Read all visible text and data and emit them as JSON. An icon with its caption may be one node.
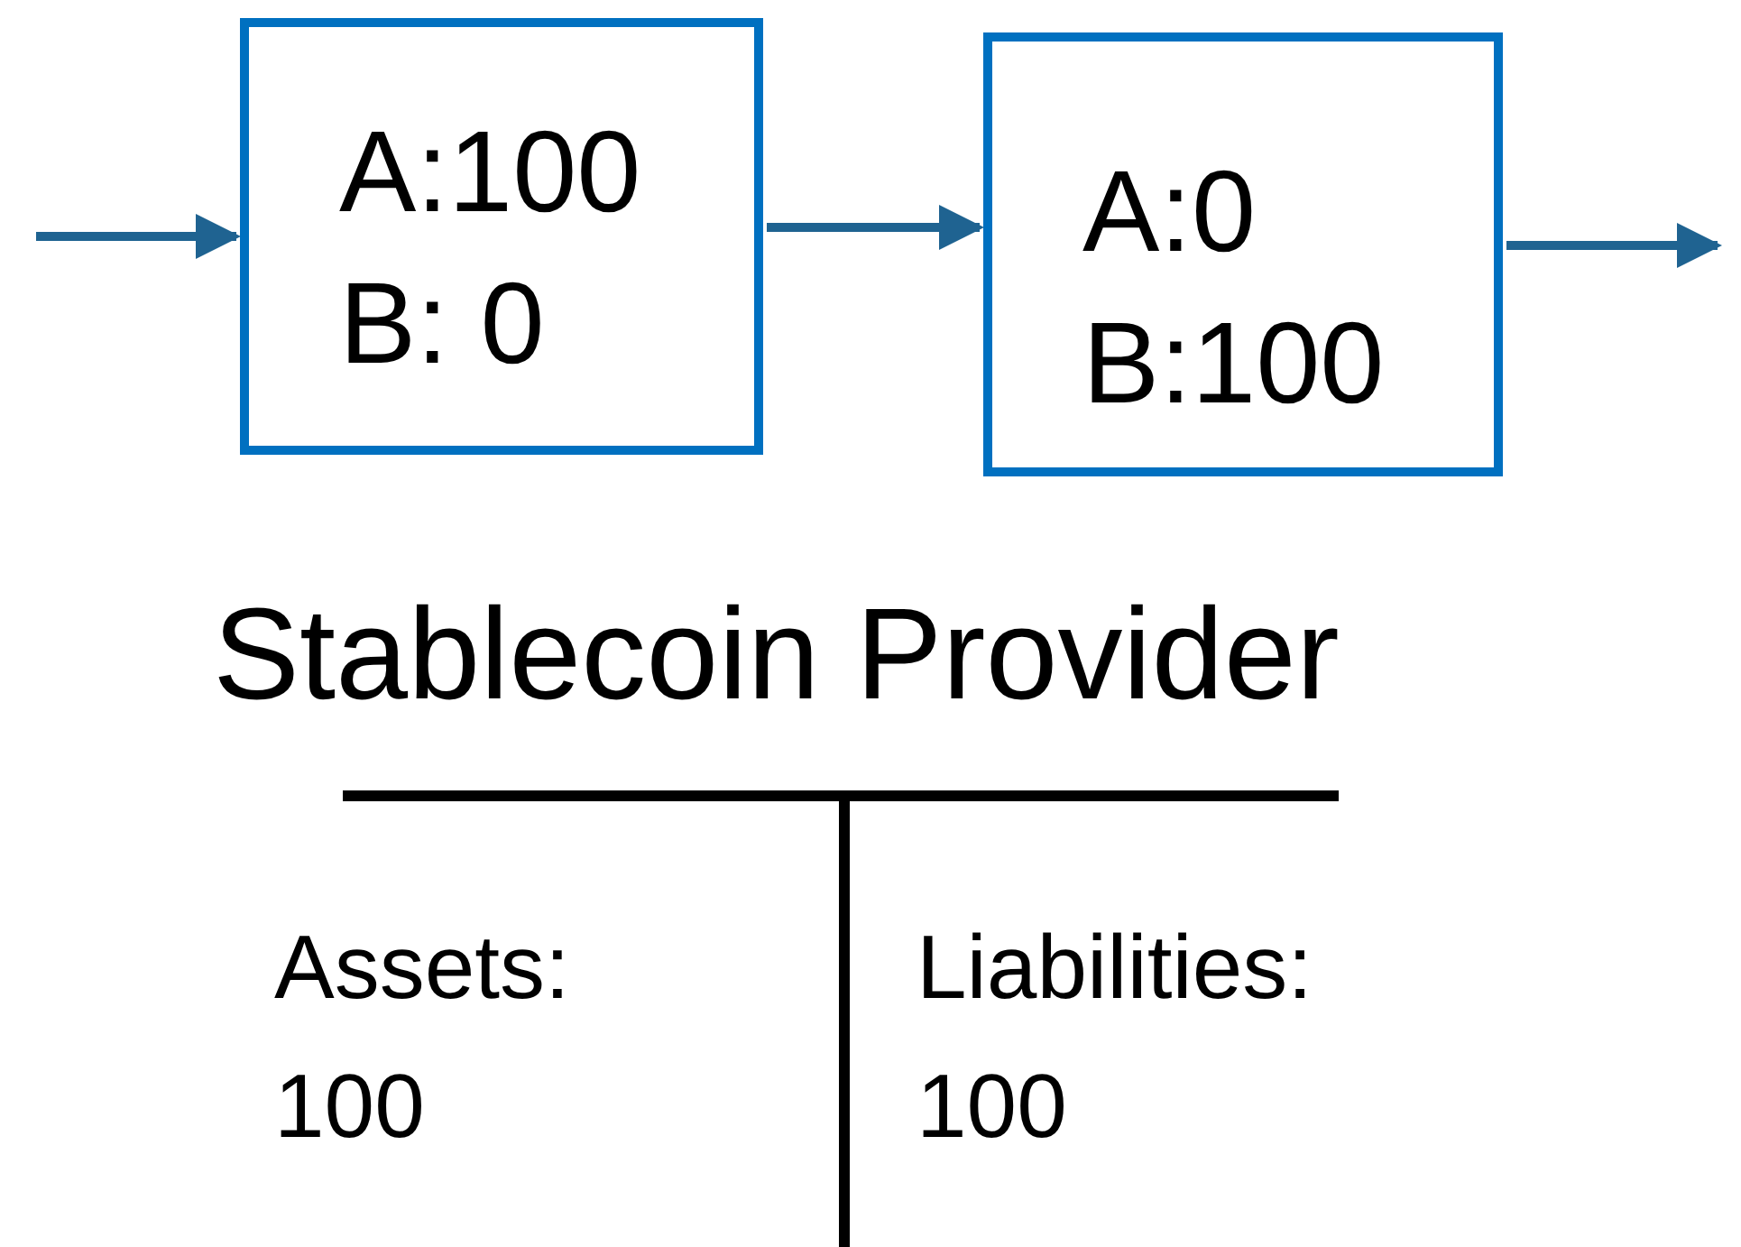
{
  "diagram": {
    "nodes": [
      {
        "text": [
          "A:100",
          "B: 0"
        ]
      },
      {
        "text": [
          "A:0",
          "B:100"
        ]
      }
    ],
    "edges": [
      {
        "from": null,
        "to": 0,
        "arrow": "to"
      },
      {
        "from": 0,
        "to": 1,
        "arrow": "to"
      },
      {
        "from": 1,
        "to": null,
        "arrow": "to"
      }
    ],
    "labels": [
      "Stablecoin Provider",
      "Assets:",
      "100",
      "Liabilities:",
      "100"
    ]
  }
}
